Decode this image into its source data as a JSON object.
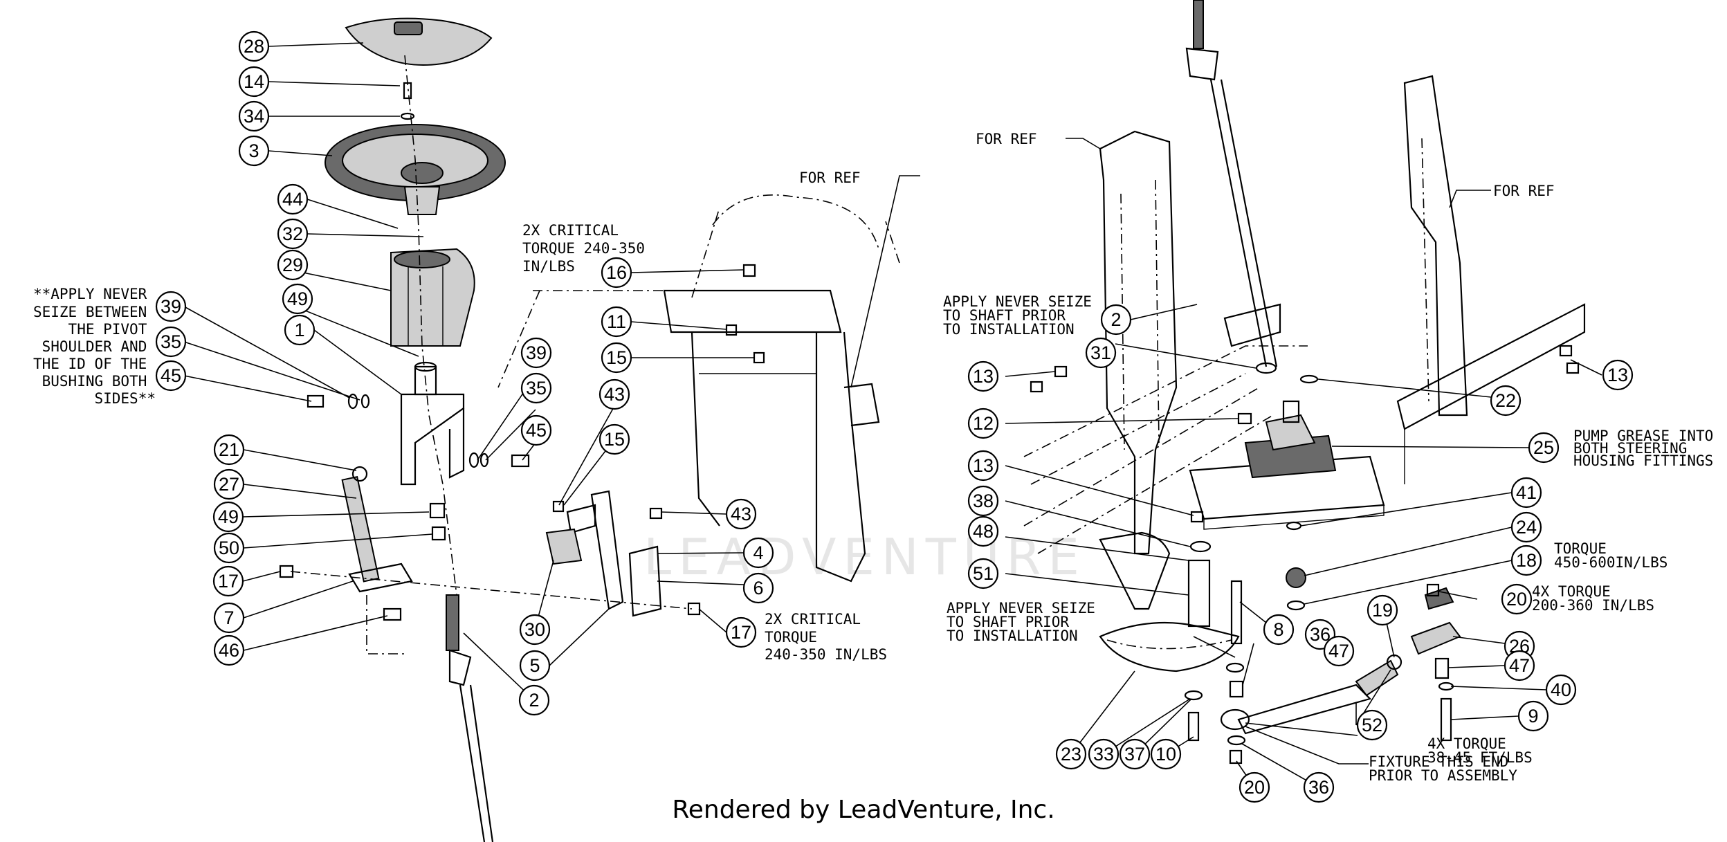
{
  "watermark": "LEADVENTURE",
  "footer": "Rendered by LeadVenture, Inc.",
  "notes": {
    "left_never_seize": [
      "**APPLY NEVER",
      "SEIZE BETWEEN",
      "THE PIVOT",
      "SHOULDER AND",
      "THE ID OF THE",
      "BUSHING BOTH",
      "SIDES**"
    ],
    "for_ref_1": "FOR REF",
    "critical_top": [
      "2X CRITICAL",
      "TORQUE 240-350",
      "IN/LBS"
    ],
    "critical_bottom": [
      "2X CRITICAL",
      "TORQUE",
      "240-350 IN/LBS"
    ],
    "for_ref_2": "FOR REF",
    "for_ref_3": "FOR REF",
    "never_seize_top": [
      "APPLY NEVER SEIZE",
      "TO SHAFT PRIOR",
      "TO INSTALLATION"
    ],
    "pump_grease": [
      "PUMP GREASE INTO",
      "BOTH STEERING",
      "HOUSING FITTINGS"
    ],
    "torque_18": [
      "TORQUE",
      "450-600IN/LBS"
    ],
    "torque_20": [
      "4X TORQUE",
      "200-360 IN/LBS"
    ],
    "never_seize_bottom": [
      "APPLY NEVER SEIZE",
      "TO SHAFT PRIOR",
      "TO INSTALLATION"
    ],
    "torque_19": [
      "4X TORQUE",
      "38-45 FT/LBS"
    ],
    "fixture": [
      "FIXTURE THIS END",
      "PRIOR TO ASSEMBLY"
    ]
  },
  "callouts": {
    "c28": "28",
    "c14": "14",
    "c34": "34",
    "c3": "3",
    "c44": "44",
    "c32": "32",
    "c29": "29",
    "c49a": "49",
    "c1": "1",
    "c39a": "39",
    "c35a": "35",
    "c45a": "45",
    "c39b": "39",
    "c35b": "35",
    "c45b": "45",
    "c21": "21",
    "c27": "27",
    "c49b": "49",
    "c50": "50",
    "c17a": "17",
    "c7": "7",
    "c46": "46",
    "c2a": "2",
    "c16": "16",
    "c11": "11",
    "c15a": "15",
    "c43a": "43",
    "c15b": "15",
    "c43b": "43",
    "c4": "4",
    "c6": "6",
    "c30": "30",
    "c5": "5",
    "c17b": "17",
    "c2b": "2",
    "c31": "31",
    "c13a": "13",
    "c12": "12",
    "c13b": "13",
    "c38": "38",
    "c48": "48",
    "c51": "51",
    "c13c": "13",
    "c22": "22",
    "c25": "25",
    "c41": "41",
    "c24": "24",
    "c18": "18",
    "c8": "8",
    "c36a": "36",
    "c20a": "20",
    "c19": "19",
    "c26": "26",
    "c47a": "47",
    "c47b": "47",
    "c40": "40",
    "c9": "9",
    "c52": "52",
    "c23": "23",
    "c33": "33",
    "c37": "37",
    "c10": "10",
    "c20b": "20",
    "c36b": "36"
  }
}
